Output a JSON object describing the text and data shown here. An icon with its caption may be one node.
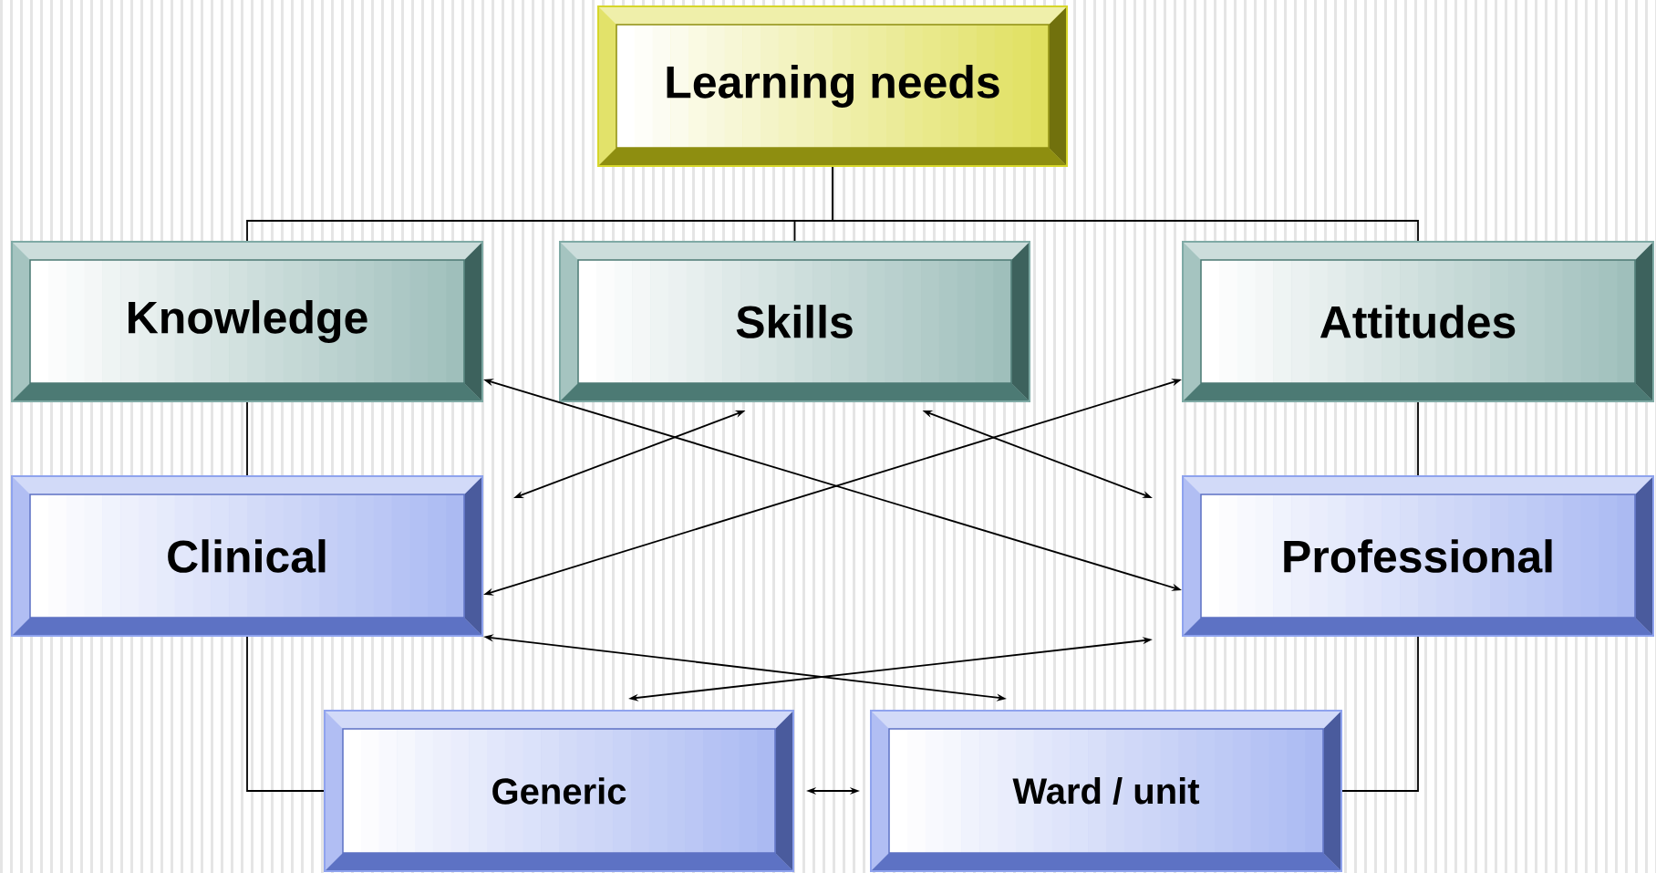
{
  "diagram": {
    "nodes": [
      {
        "text": [
          "Learning needs"
        ]
      },
      {
        "text": [
          "Knowledge"
        ]
      },
      {
        "text": [
          "Skills"
        ]
      },
      {
        "text": [
          "Attitudes"
        ]
      },
      {
        "text": [
          "Clinical"
        ]
      },
      {
        "text": [
          "Professional"
        ]
      },
      {
        "text": [
          "Generic"
        ]
      },
      {
        "text": [
          "Ward / unit"
        ]
      }
    ],
    "edges": [
      {
        "from": 0,
        "to": 1,
        "arrow": "none"
      },
      {
        "from": 0,
        "to": 2,
        "arrow": "none"
      },
      {
        "from": 0,
        "to": 3,
        "arrow": "none"
      },
      {
        "from": 1,
        "to": 4,
        "arrow": "none"
      },
      {
        "from": 4,
        "to": 6,
        "arrow": "none"
      },
      {
        "from": 3,
        "to": 5,
        "arrow": "none"
      },
      {
        "from": 5,
        "to": 7,
        "arrow": "none"
      },
      {
        "from": 1,
        "to": 5,
        "arrow": "both"
      },
      {
        "from": 2,
        "to": 4,
        "arrow": "both"
      },
      {
        "from": 3,
        "to": 4,
        "arrow": "both"
      },
      {
        "from": 2,
        "to": 5,
        "arrow": "both"
      },
      {
        "from": 4,
        "to": 7,
        "arrow": "both"
      },
      {
        "from": 6,
        "to": 5,
        "arrow": "both"
      },
      {
        "from": 6,
        "to": 7,
        "arrow": "both"
      }
    ]
  }
}
